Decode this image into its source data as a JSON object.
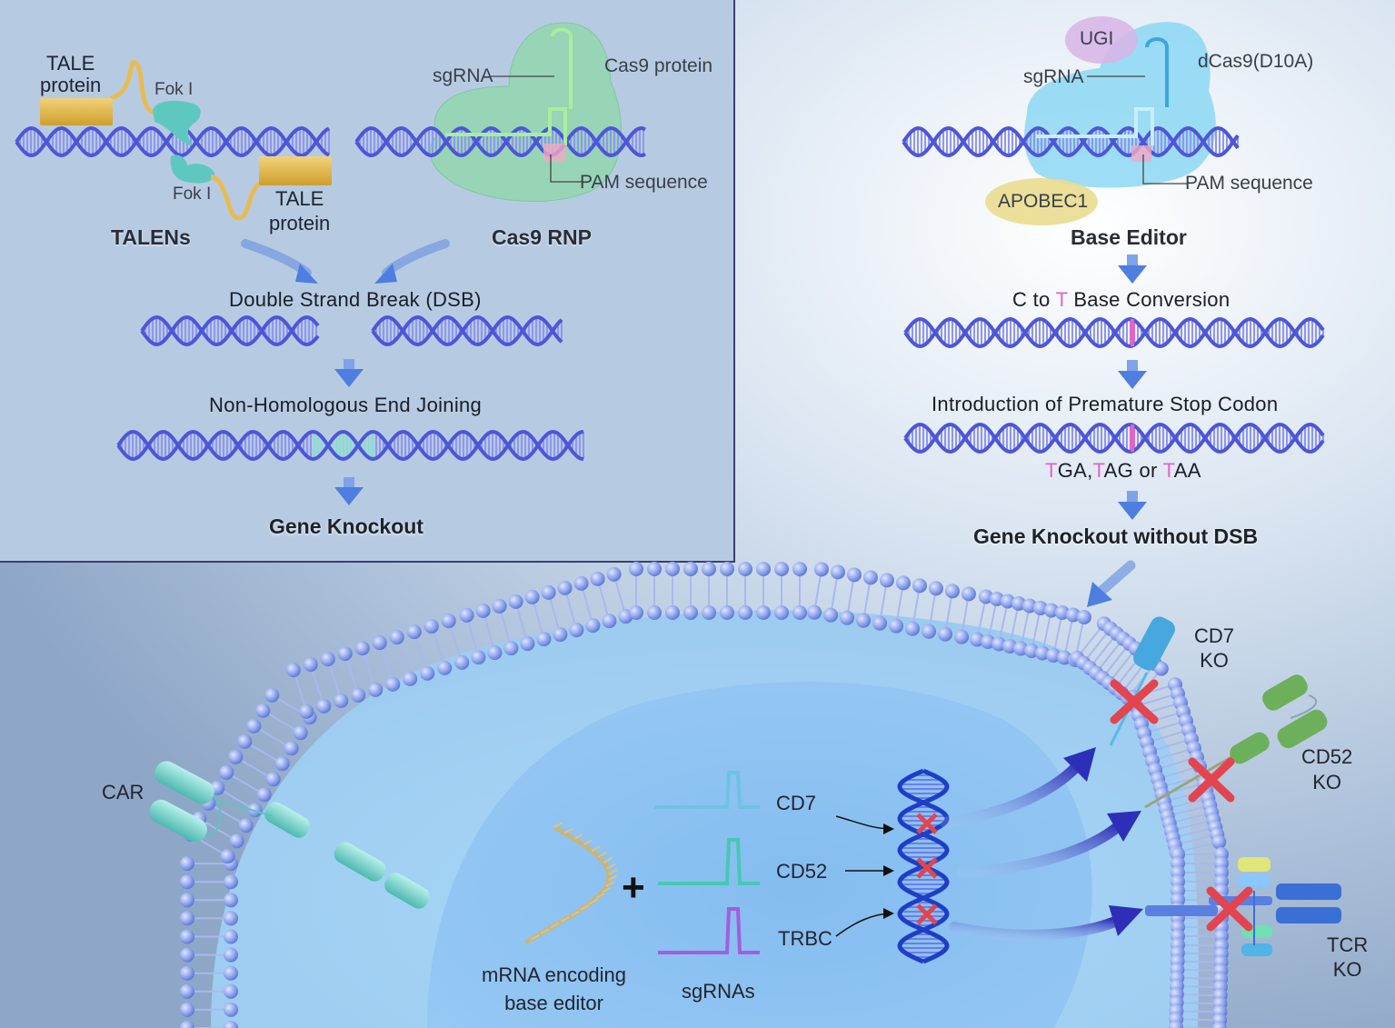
{
  "colors": {
    "dna": "#4d56d8",
    "dna_rung": "#8f96ef",
    "pink_base": "#e065c8",
    "arrow": "#4f7fe0",
    "cell_membrane": "#7a93e8",
    "nucleus": "#8ec2ef",
    "cas9": "#8ed8a8",
    "base_editor": "#86d6f4",
    "tale": "#e2bb4e",
    "fok": "#5ec8c0",
    "cross": "#e2454f"
  },
  "talens": {
    "tale_top": "TALE\nprotein",
    "fok_top": "Fok I",
    "fok_bottom": "Fok I",
    "tale_bottom": "TALE\nprotein",
    "title": "TALENs"
  },
  "cas9": {
    "sgrna": "sgRNA",
    "protein": "Cas9 protein",
    "pam": "PAM sequence",
    "title": "Cas9 RNP"
  },
  "left_flow": {
    "dsb": "Double Strand Break (DSB)",
    "nhej": "Non-Homologous End Joining",
    "knockout": "Gene Knockout"
  },
  "base_editor": {
    "ugi": "UGI",
    "sgrna": "sgRNA",
    "dcas9": "dCas9(D10A)",
    "pam": "PAM sequence",
    "apobec": "APOBEC1",
    "title": "Base Editor"
  },
  "right_flow": {
    "conversion_pre": "C to ",
    "conversion_t": "T",
    "conversion_post": " Base Conversion",
    "stop_codon": "Introduction of Premature Stop Codon",
    "codon_t1": "T",
    "codon_1": "GA,",
    "codon_t2": "T",
    "codon_2": "AG or ",
    "codon_t3": "T",
    "codon_3": "AA",
    "knockout": "Gene Knockout without DSB"
  },
  "cell": {
    "car": "CAR",
    "cd7_ko": "CD7\nKO",
    "cd52_ko": "CD52\nKO",
    "tcr_ko": "TCR\nKO",
    "sg_cd7": "CD7",
    "sg_cd52": "CD52",
    "sg_trbc": "TRBC",
    "plus": "+",
    "mrna": "mRNA encoding\nbase editor",
    "sgrnas": "sgRNAs"
  }
}
